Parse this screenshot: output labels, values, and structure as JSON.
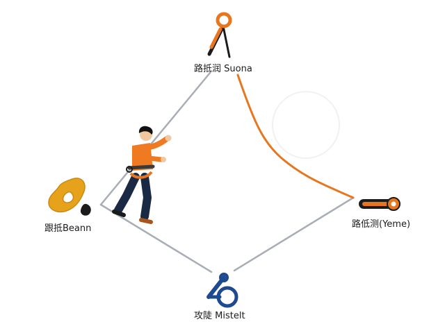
{
  "nodes": {
    "top": {
      "label": "路抵润 Suona",
      "icon": "carabiner-icon"
    },
    "left": {
      "label": "跟抵Beann",
      "icon": "climbing-hold-icon"
    },
    "right": {
      "label": "路低测(Yeme)",
      "icon": "belay-device-icon"
    },
    "bottom": {
      "label": "攻陡 Mistelt",
      "icon": "figure-eight-icon"
    }
  },
  "colors": {
    "rope_primary": "#e8761e",
    "rope_secondary": "#a9aeb6",
    "hold": "#e7a21c",
    "hardware_dark": "#1b1b1b",
    "figure_eight": "#1e4a8f",
    "climber_shirt": "#f07a22",
    "climber_pants": "#1b2a44"
  }
}
